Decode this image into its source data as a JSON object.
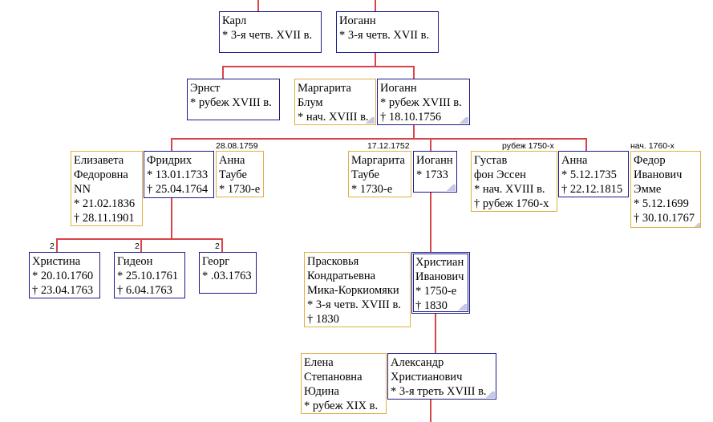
{
  "colors": {
    "male_border": "#1a1a8c",
    "female_border": "#e0b040",
    "link": "#d9434b"
  },
  "people": {
    "karl": {
      "lines": [
        "Карл",
        "* 3-я четв. XVII в."
      ]
    },
    "iogann1": {
      "lines": [
        "Иоганн",
        "* 3-я четв. XVII в."
      ]
    },
    "ernst": {
      "lines": [
        "Эрнст",
        "* рубеж XVIII в."
      ]
    },
    "margarita_blum": {
      "lines": [
        "Маргарита",
        "Блум",
        "* нач. XVIII в."
      ]
    },
    "iogann2": {
      "lines": [
        "Иоганн",
        "* рубеж XVIII в.",
        "† 18.10.1756"
      ]
    },
    "elizaveta": {
      "lines": [
        "Елизавета",
        "Федоровна",
        "NN",
        "* 21.02.1836",
        "† 28.11.1901"
      ]
    },
    "fridrikh": {
      "lines": [
        "Фридрих",
        "* 13.01.1733",
        "† 25.04.1764"
      ]
    },
    "anna_taube": {
      "lines": [
        "Анна",
        "Таубе",
        "* 1730-е"
      ]
    },
    "margarita_taube": {
      "lines": [
        "Маргарита",
        "Таубе",
        "* 1730-е"
      ]
    },
    "iogann3": {
      "lines": [
        "Иоганн",
        "* 1733"
      ]
    },
    "gustav": {
      "lines": [
        "Густав",
        "фон Эссен",
        "* нач. XVIII в.",
        "† рубеж 1760-х"
      ]
    },
    "anna": {
      "lines": [
        "Анна",
        "* 5.12.1735",
        "† 22.12.1815"
      ]
    },
    "fedor": {
      "lines": [
        "Федор",
        "Иванович",
        "Эмме",
        "* 5.12.1699",
        "† 30.10.1767"
      ]
    },
    "khristina": {
      "lines": [
        "Христина",
        "* 20.10.1760",
        "† 23.04.1763"
      ]
    },
    "gideon": {
      "lines": [
        "Гидеон",
        "* 25.10.1761",
        "† 6.04.1763"
      ]
    },
    "georg": {
      "lines": [
        "Георг",
        "* .03.1763"
      ]
    },
    "praskovya": {
      "lines": [
        "Прасковья",
        "Кондратьевна",
        "Мика-Коркиомяки",
        "* 3-я четв. XVIII в.",
        "† 1830"
      ]
    },
    "khristian": {
      "lines": [
        "Христиан",
        "Иванович",
        "* 1750-е",
        "† 1830"
      ]
    },
    "elena": {
      "lines": [
        "Елена",
        "Степановна",
        "Юдина",
        "* рубеж XIX в."
      ]
    },
    "aleksandr": {
      "lines": [
        "Александр",
        "Христианович",
        "* 3-я треть XVIII в."
      ]
    }
  },
  "labels": {
    "marriage_fridrikh_anna": "28.08.1759",
    "marriage_iogann_margarita": "17.12.1752",
    "marriage_gustav_anna": "рубеж 1750-х",
    "marriage_anna_fedor": "нач. 1760-х",
    "child_khristina": "2",
    "child_gideon": "2",
    "child_georg": "2"
  }
}
